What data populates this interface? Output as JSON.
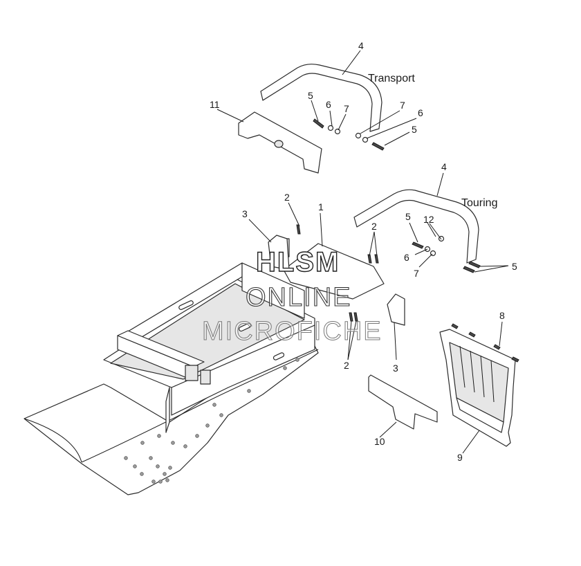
{
  "variants": {
    "transport": "Transport",
    "touring": "Touring"
  },
  "callouts": {
    "c1": "1",
    "c2a": "2",
    "c2b": "2",
    "c2c": "2",
    "c3a": "3",
    "c3b": "3",
    "c4a": "4",
    "c4b": "4",
    "c5a": "5",
    "c5b": "5",
    "c5c": "5",
    "c5d": "5",
    "c6a": "6",
    "c6b": "6",
    "c6c": "6",
    "c7a": "7",
    "c7b": "7",
    "c7c": "7",
    "c8": "8",
    "c9": "9",
    "c10": "10",
    "c11": "11",
    "c12": "12"
  },
  "watermark": {
    "line1": "HLSM",
    "line2": "ONLINE",
    "line3": "MICROFICHE"
  }
}
